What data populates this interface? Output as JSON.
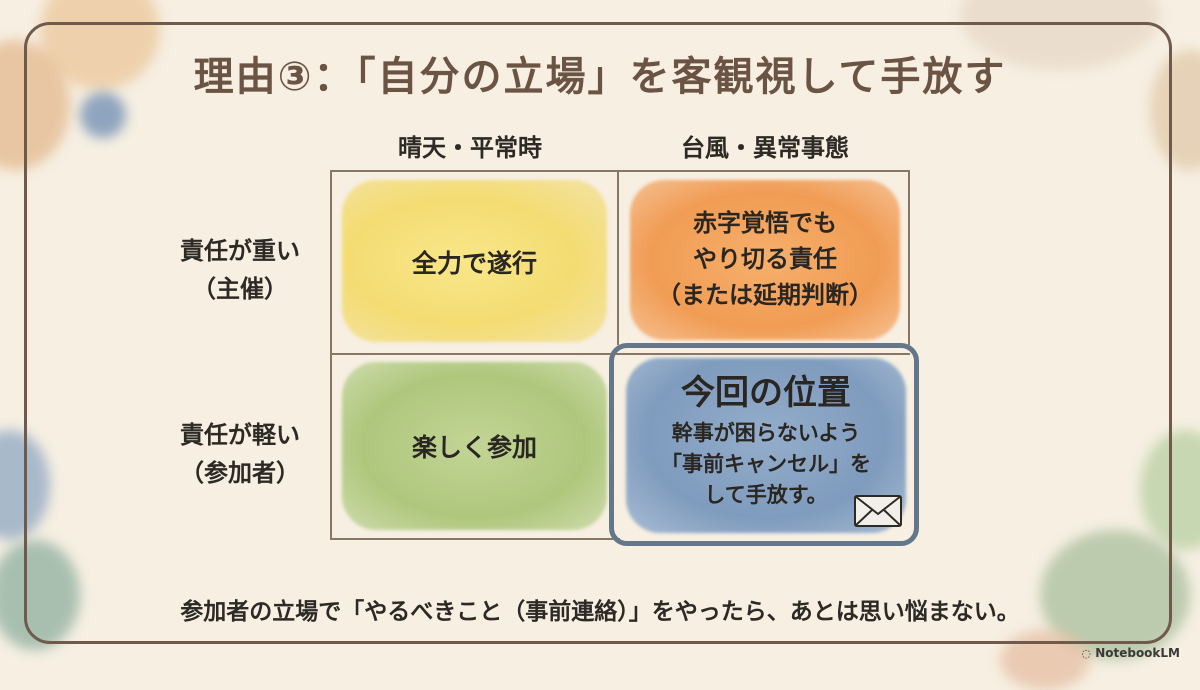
{
  "title": "理由③：「自分の立場」を客観視して手放す",
  "columns": [
    "晴天・平常時",
    "台風・異常事態"
  ],
  "rows": [
    {
      "line1": "責任が重い",
      "line2": "（主催）"
    },
    {
      "line1": "責任が軽い",
      "line2": "（参加者）"
    }
  ],
  "cells": {
    "heavy_normal": "全力で遂行",
    "heavy_typhoon": [
      "赤字覚悟でも",
      "やり切る責任",
      "（または延期判断）"
    ],
    "light_normal": "楽しく参加",
    "light_typhoon": {
      "heading": "今回の位置",
      "lines": [
        "幹事が困らないよう",
        "「事前キャンセル」を",
        "して手放す。"
      ]
    }
  },
  "footer": "参加者の立場で「やるべきこと（事前連絡）」をやったら、あとは思い悩まない。",
  "brand": "NotebookLM",
  "colors": {
    "yellow": "#f6e27a",
    "orange": "#f3a65f",
    "green": "#b9cf88",
    "blue": "#8aa4c4",
    "frame": "#6f5a4b",
    "highlight": "#63768a",
    "title": "#6b5444"
  }
}
